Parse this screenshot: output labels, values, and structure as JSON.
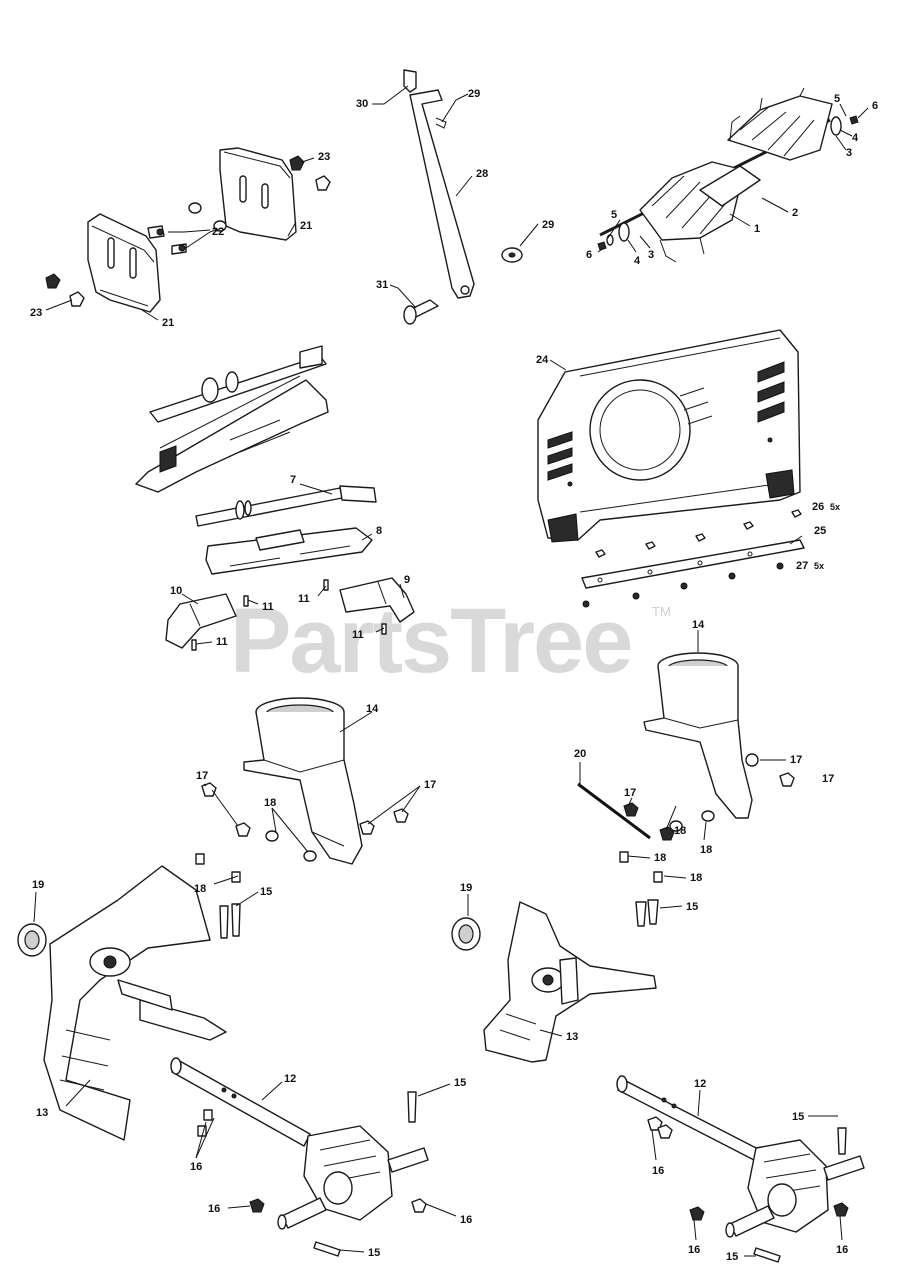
{
  "watermark": {
    "text": "PartsTree",
    "mark": "TM"
  },
  "labels": [
    "30",
    "29",
    "28",
    "29",
    "31",
    "23",
    "22",
    "21",
    "21",
    "23",
    "5",
    "6",
    "4",
    "3",
    "2",
    "1",
    "5",
    "6",
    "4",
    "3",
    "24",
    "26",
    "5x",
    "25",
    "27",
    "5x",
    "7",
    "8",
    "10",
    "9",
    "11",
    "11",
    "11",
    "11",
    "14",
    "14",
    "17",
    "17",
    "17",
    "17",
    "18",
    "18",
    "17",
    "18",
    "18",
    "18",
    "18",
    "20",
    "15",
    "15",
    "19",
    "19",
    "13",
    "13",
    "12",
    "12",
    "15",
    "15",
    "16",
    "16",
    "16",
    "16",
    "15",
    "16",
    "16",
    "15"
  ]
}
